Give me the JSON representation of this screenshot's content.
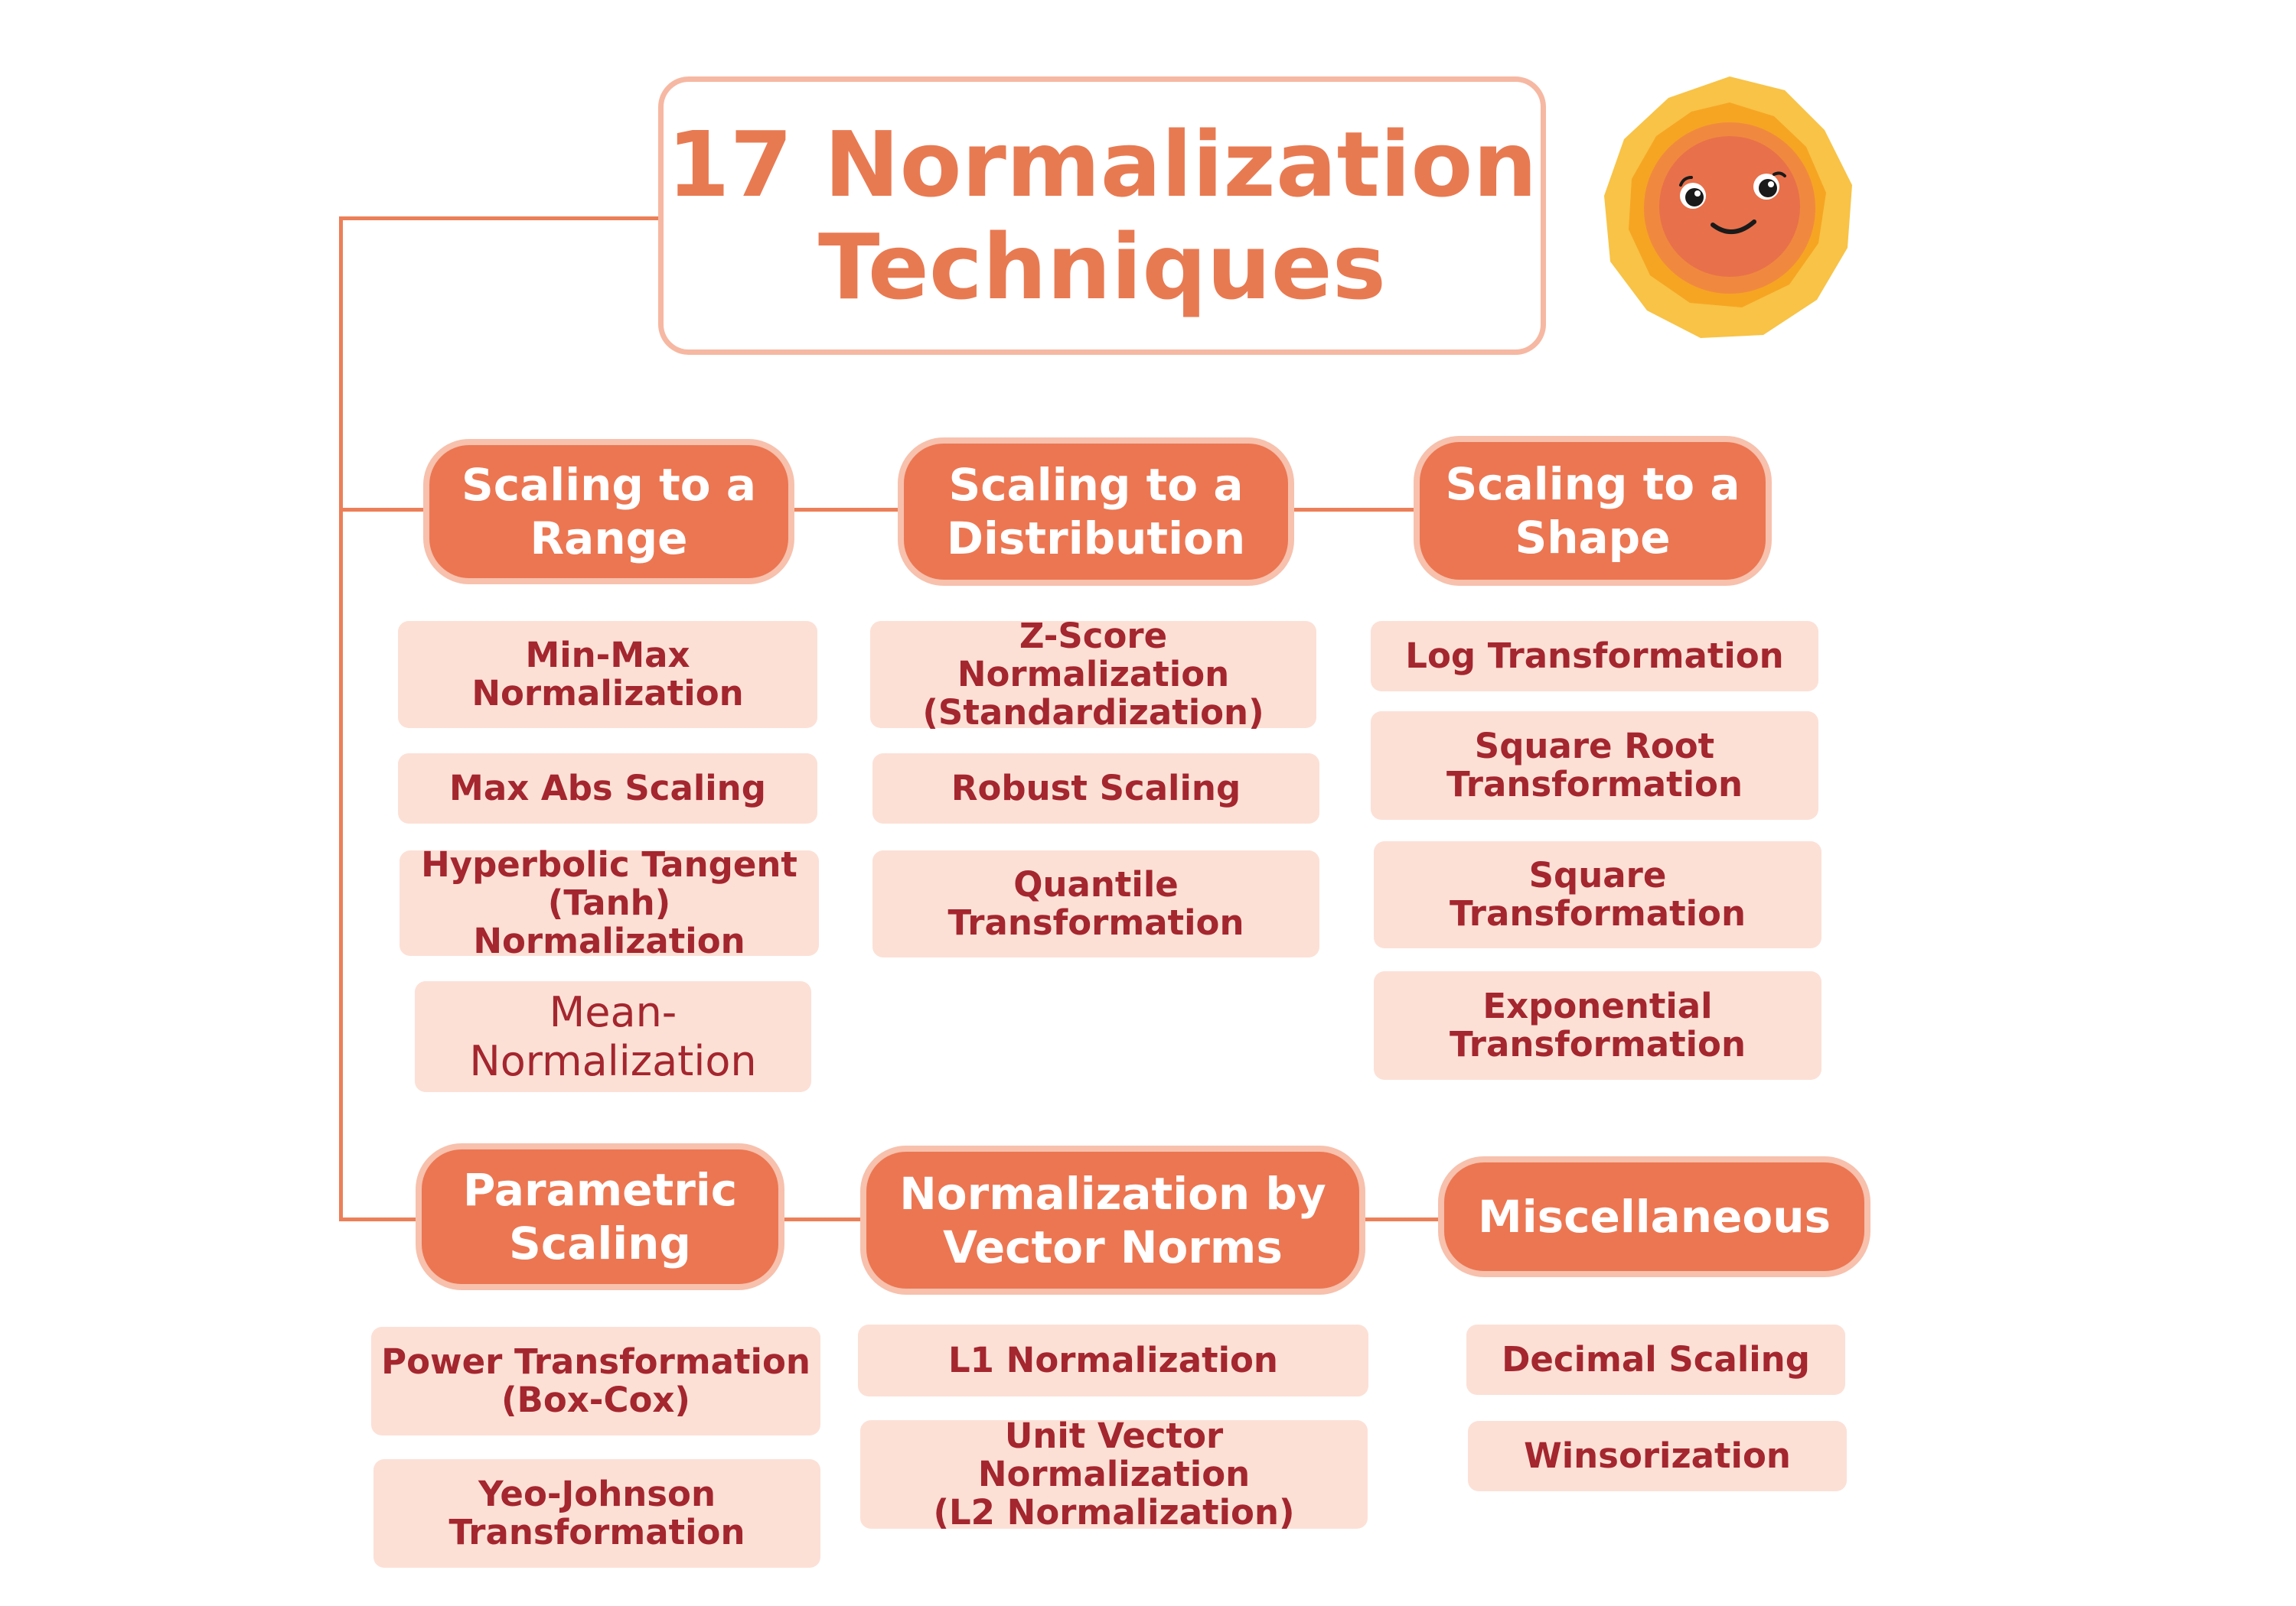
{
  "title": {
    "line1": "17 Normalization",
    "line2": "Techniques"
  },
  "mascot": {
    "icon": "smiling-sun-mascot",
    "colors": [
      "#f8c346",
      "#f6a523",
      "#f0893f",
      "#e8704a"
    ]
  },
  "colors": {
    "header_fill": "#ec7652",
    "header_border": "#f7c1ad",
    "item_fill": "#fce0d6",
    "item_text": "#a4262e",
    "title_text": "#e87a52",
    "connector": "#ec7f58"
  },
  "categories": [
    {
      "name": "Scaling to a\nRange",
      "items": [
        "Min-Max\nNormalization",
        "Max Abs Scaling",
        "Hyperbolic Tangent\n(Tanh) Normalization",
        "Mean-\nNormalization"
      ]
    },
    {
      "name": "Scaling to a\nDistribution",
      "items": [
        "Z-Score Normalization\n(Standardization)",
        "Robust Scaling",
        "Quantile\nTransformation"
      ]
    },
    {
      "name": "Scaling to a\nShape",
      "items": [
        "Log Transformation",
        "Square Root\nTransformation",
        "Square\nTransformation",
        "Exponential\nTransformation"
      ]
    },
    {
      "name": "Parametric\nScaling",
      "items": [
        "Power Transformation\n(Box-Cox)",
        "Yeo-Johnson\nTransformation"
      ]
    },
    {
      "name": "Normalization by\nVector Norms",
      "items": [
        "L1 Normalization",
        "Unit Vector Normalization\n(L2 Normalization)"
      ]
    },
    {
      "name": "Miscellaneous",
      "items": [
        "Decimal Scaling",
        "Winsorization"
      ]
    }
  ]
}
